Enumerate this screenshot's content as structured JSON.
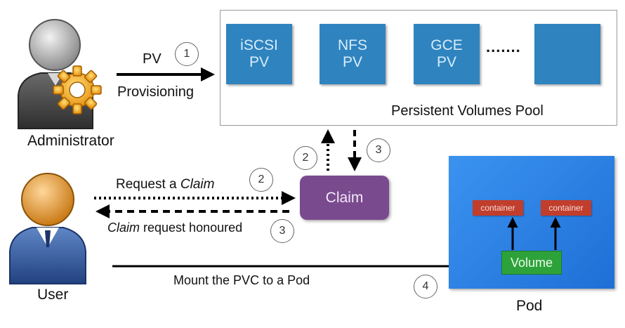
{
  "pv_label": "PV",
  "provisioning_label": "Provisioning",
  "administrator_label": "Administrator",
  "user_label": "User",
  "pool": {
    "title": "Persistent Volumes Pool",
    "volumes": [
      {
        "line1": "iSCSI",
        "line2": "PV"
      },
      {
        "line1": "NFS",
        "line2": "PV"
      },
      {
        "line1": "GCE",
        "line2": "PV"
      },
      {
        "line1": "",
        "line2": ""
      }
    ],
    "ellipsis": "......."
  },
  "claim_label": "Claim",
  "request": {
    "prefix": "Request a ",
    "emph": "Claim"
  },
  "honoured": {
    "emph": "Claim",
    "suffix": " request honoured"
  },
  "mount_label": "Mount the PVC to a Pod",
  "pod": {
    "title": "Pod",
    "containers": [
      "container",
      "container"
    ],
    "volume_label": "Volume"
  },
  "steps": {
    "s1": "1",
    "s2a": "2",
    "s2b": "2",
    "s3a": "3",
    "s3b": "3",
    "s4": "4"
  }
}
